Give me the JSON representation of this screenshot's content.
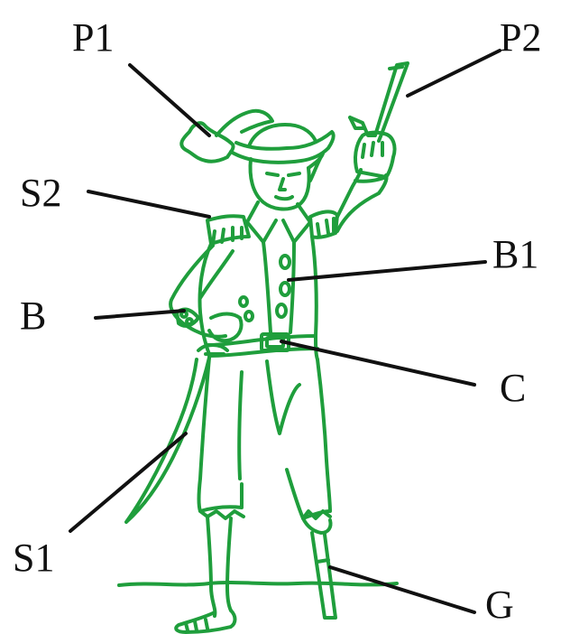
{
  "figure": {
    "ink_color": "#1f9e3c",
    "label_color": "#111111",
    "labels": {
      "p1": "P1",
      "p2": "P2",
      "s2": "S2",
      "b1": "B1",
      "b": "B",
      "c": "C",
      "s1": "S1",
      "g": "G"
    }
  }
}
